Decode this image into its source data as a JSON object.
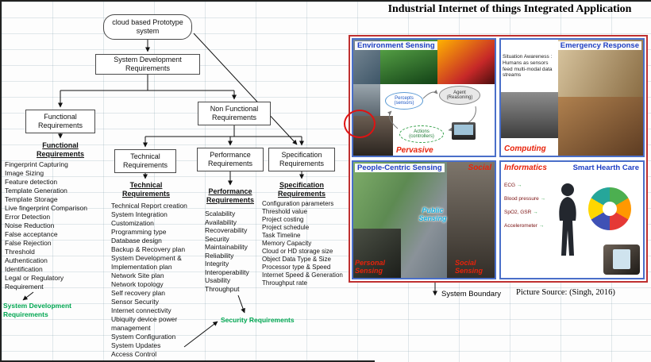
{
  "colors": {
    "green_note": "#00a651",
    "red_label": "#e8220a",
    "blue_label": "#1f3fc4",
    "panel_border": "#bf3030",
    "quadrant_border": "#4a6fc9"
  },
  "flowchart": {
    "root_label": "cloud based Prototype system",
    "sysdev_label": "System Development Requirements",
    "functional": {
      "box": "Functional Requirements",
      "heading": "Functional Requirements",
      "items": [
        "Fingerprint Capturing",
        "Image Sizing",
        "Feature detection",
        "Template Generation",
        "Template Storage",
        "Live fingerprint Comparison",
        "Error Detection",
        "Noise Reduction",
        "False acceptance",
        "False Rejection",
        "Threshold",
        "Authentication",
        "Identification",
        "Legal or Regulatory Requirement"
      ]
    },
    "nonfunctional_box": "Non Functional Requirements",
    "technical": {
      "box": "Technical Requirements",
      "heading": "Technical Requirements",
      "items": [
        "Technical Report creation",
        "System Integration",
        "Customization",
        "Programming type",
        "Database design",
        "Backup & Recovery plan",
        "System Development & Implementation plan",
        "Network Site plan",
        "Network topology",
        "Self recovery plan",
        "Sensor Security",
        "Internet connectivity",
        "Ubiquity device power management",
        "System Configuration",
        "System Updates",
        "Access Control"
      ]
    },
    "performance": {
      "box": "Performance Requirements",
      "heading": "Performance Requirements",
      "items": [
        "Scalability",
        "Availability",
        "Recoverability",
        "Security",
        "Maintainability",
        "Reliability",
        "Integrity",
        "Interoperability",
        "Usability",
        "Throughput"
      ]
    },
    "specification": {
      "box": "Specification Requirements",
      "heading": "Specification Requirements",
      "items": [
        "Configuration parameters",
        "Threshold value",
        "Project costing",
        "Project schedule",
        "Task Timeline",
        "Memory Capacity",
        "Cloud or HD storage size",
        "Object Data Type & Size",
        "Processor type & Speed",
        "Internet Speed & Generation",
        "Throughput rate"
      ]
    },
    "notes": {
      "system_development": "System Development Requirements",
      "security": "Security Requirements"
    }
  },
  "panel": {
    "title": "Industrial Internet of things Integrated Application",
    "environment": {
      "label": "Environment Sensing",
      "tag": "Pervasive",
      "cycle": {
        "percepts": "Percepts (sensors)",
        "agent": "Agent (Reasoning)",
        "actions": "Actions (controllers)"
      }
    },
    "emergency": {
      "label": "Emergency Response",
      "tag": "Computing",
      "note": "Situation Awareness : Humans as sensors feed multi-modal data streams"
    },
    "people": {
      "label": "People-Centric Sensing",
      "tag_social": "Social",
      "public_sensing": "Public Sensing",
      "personal_sensing": "Personal Sensing",
      "social_sensing": "Social Sensing"
    },
    "informatics": {
      "label_left": "Informatics",
      "label_right": "Smart Hearth Care",
      "sensors": [
        "ECG",
        "Blood pressure",
        "SpO2, GSR",
        "Accelerometer"
      ]
    }
  },
  "footer": {
    "boundary": "System Boundary",
    "source": "Picture Source: (Singh, 2016)"
  }
}
